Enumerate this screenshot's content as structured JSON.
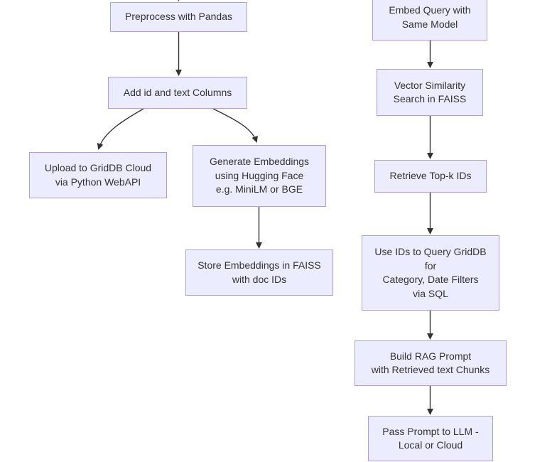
{
  "diagram": {
    "type": "flowchart",
    "orientation": "top-down",
    "colors": {
      "background": "#ffffff",
      "node_fill": "#ececff",
      "node_border": "#ae9ede",
      "edge": "#333333",
      "text": "#333333"
    },
    "nodes": [
      {
        "id": "preprocess",
        "lines": [
          "Preprocess with Pandas"
        ]
      },
      {
        "id": "add_columns",
        "lines": [
          "Add id and text Columns"
        ]
      },
      {
        "id": "upload_griddb",
        "lines": [
          "Upload to GridDB Cloud",
          "via Python WebAPI"
        ]
      },
      {
        "id": "generate_embeddings",
        "lines": [
          "Generate Embeddings",
          "using Hugging Face",
          "e.g. MiniLM or BGE"
        ]
      },
      {
        "id": "store_embeddings",
        "lines": [
          "Store Embeddings in FAISS",
          "with doc IDs"
        ]
      },
      {
        "id": "embed_query",
        "lines": [
          "Embed Query with",
          "Same Model"
        ]
      },
      {
        "id": "vector_search",
        "lines": [
          "Vector Similarity",
          "Search in FAISS"
        ]
      },
      {
        "id": "retrieve_topk",
        "lines": [
          "Retrieve Top-k IDs"
        ]
      },
      {
        "id": "query_griddb",
        "lines": [
          "Use IDs to Query GridDB",
          "for",
          "Category, Date Filters",
          "via SQL"
        ]
      },
      {
        "id": "build_prompt",
        "lines": [
          "Build RAG Prompt",
          "with Retrieved text Chunks"
        ]
      },
      {
        "id": "pass_prompt",
        "lines": [
          "Pass Prompt to LLM -",
          "Local or Cloud"
        ]
      }
    ],
    "edges": [
      {
        "from": "offscreen-above",
        "to": "preprocess"
      },
      {
        "from": "preprocess",
        "to": "add_columns"
      },
      {
        "from": "add_columns",
        "to": "upload_griddb"
      },
      {
        "from": "add_columns",
        "to": "generate_embeddings"
      },
      {
        "from": "generate_embeddings",
        "to": "store_embeddings"
      },
      {
        "from": "embed_query",
        "to": "vector_search"
      },
      {
        "from": "vector_search",
        "to": "retrieve_topk"
      },
      {
        "from": "retrieve_topk",
        "to": "query_griddb"
      },
      {
        "from": "query_griddb",
        "to": "build_prompt"
      },
      {
        "from": "build_prompt",
        "to": "pass_prompt"
      }
    ]
  }
}
